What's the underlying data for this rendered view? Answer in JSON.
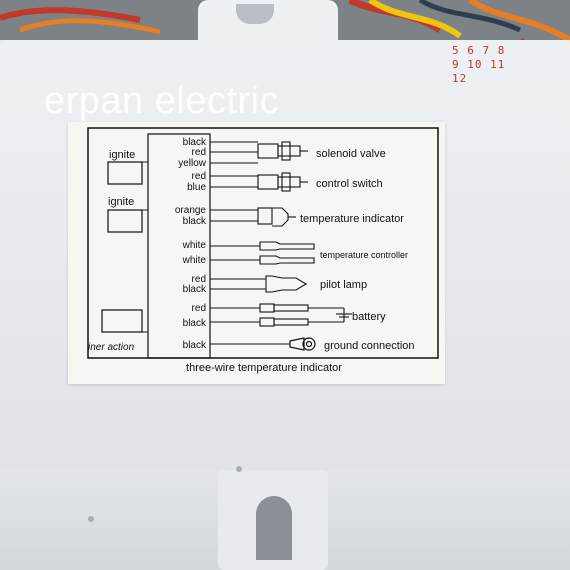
{
  "watermark": "erpan electric",
  "stamp": {
    "line1": "5 6 7 8",
    "line2": "9 10 11 12"
  },
  "label": {
    "left_labels": {
      "ignite_1": "ignite",
      "ignite_2": "ignite",
      "action": "iner action"
    },
    "wires": [
      {
        "color_label": "black",
        "group": "solenoid"
      },
      {
        "color_label": "red",
        "group": "solenoid"
      },
      {
        "color_label": "yellow",
        "group": "solenoid"
      },
      {
        "color_label": "red",
        "group": "switch"
      },
      {
        "color_label": "blue",
        "group": "switch"
      },
      {
        "color_label": "orange",
        "group": "temp_indicator"
      },
      {
        "color_label": "black",
        "group": "temp_indicator"
      },
      {
        "color_label": "white",
        "group": "temp_controller"
      },
      {
        "color_label": "white",
        "group": "temp_controller"
      },
      {
        "color_label": "red",
        "group": "pilot"
      },
      {
        "color_label": "black",
        "group": "pilot"
      },
      {
        "color_label": "red",
        "group": "battery"
      },
      {
        "color_label": "black",
        "group": "battery"
      },
      {
        "color_label": "black",
        "group": "ground"
      }
    ],
    "components": {
      "solenoid": "solenoid valve",
      "switch": "control switch",
      "temp_indicator": "temperature indicator",
      "temp_controller": "temperature controller",
      "pilot": "pilot lamp",
      "battery": "battery",
      "ground": "ground connection"
    },
    "caption": "three-wire temperature indicator"
  }
}
